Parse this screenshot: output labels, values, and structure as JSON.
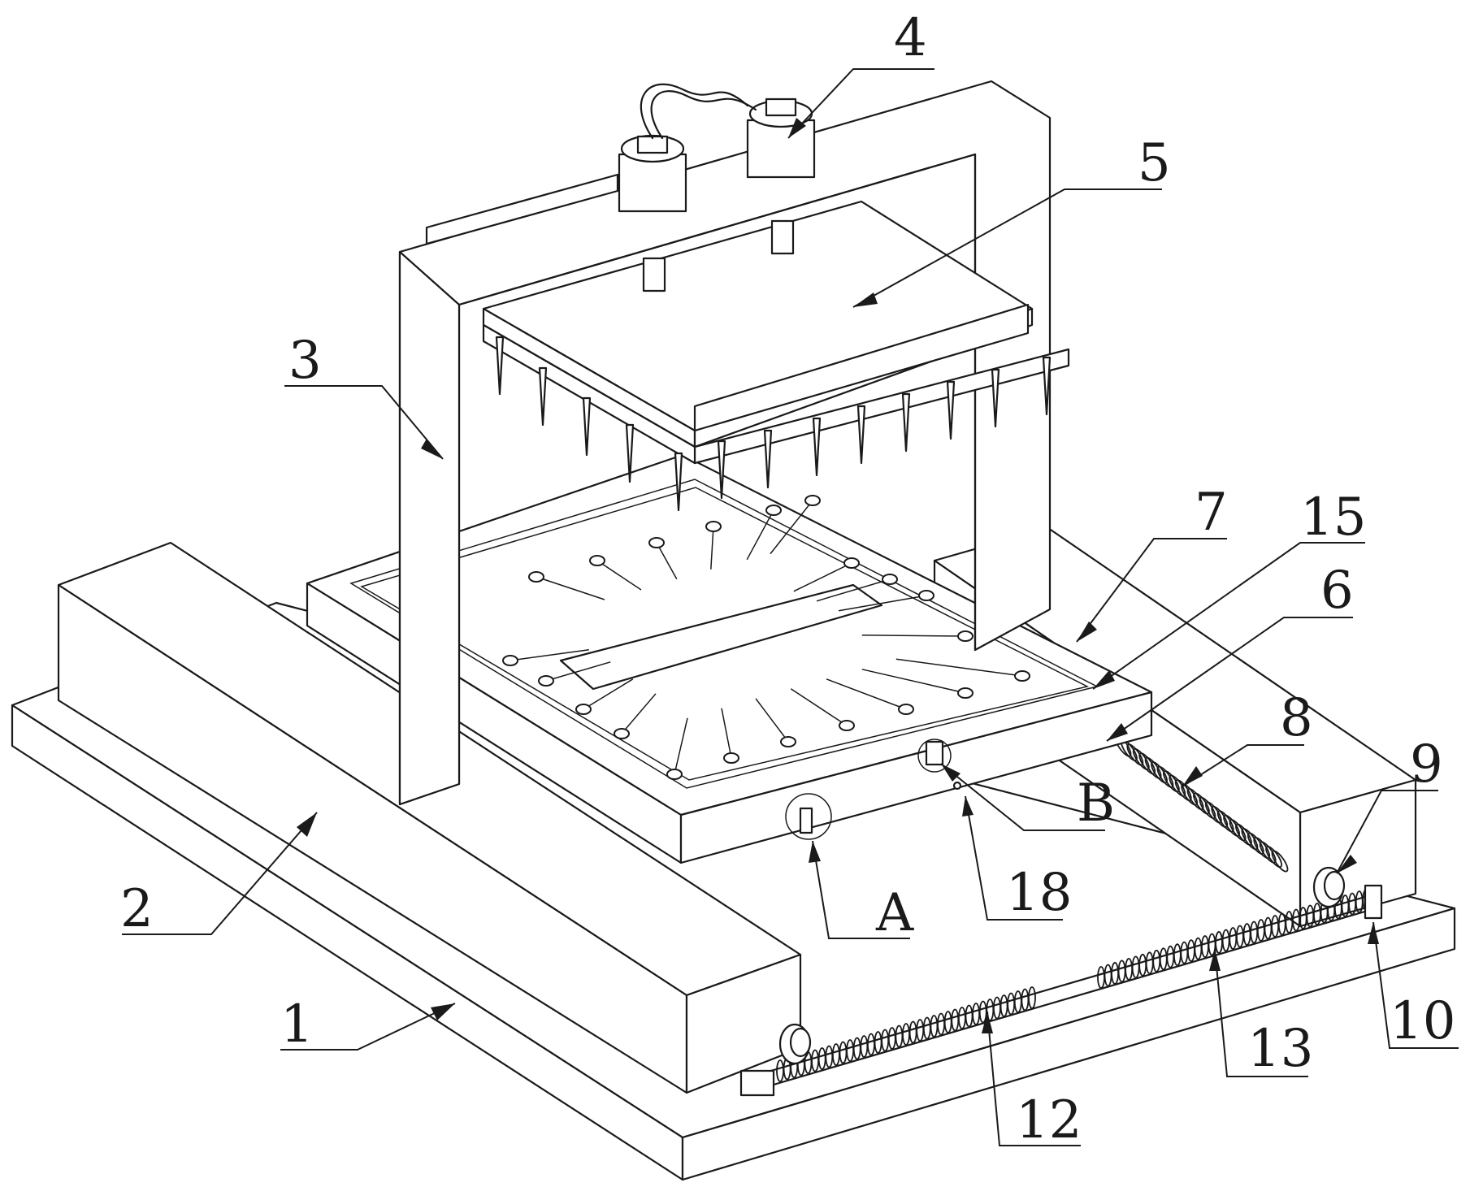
{
  "figure": {
    "labels": [
      {
        "id": "1",
        "text": "1"
      },
      {
        "id": "2",
        "text": "2"
      },
      {
        "id": "3",
        "text": "3"
      },
      {
        "id": "4",
        "text": "4"
      },
      {
        "id": "5",
        "text": "5"
      },
      {
        "id": "6",
        "text": "6"
      },
      {
        "id": "7",
        "text": "7"
      },
      {
        "id": "8",
        "text": "8"
      },
      {
        "id": "9",
        "text": "9"
      },
      {
        "id": "10",
        "text": "10"
      },
      {
        "id": "12",
        "text": "12"
      },
      {
        "id": "13",
        "text": "13"
      },
      {
        "id": "15",
        "text": "15"
      },
      {
        "id": "18",
        "text": "18"
      },
      {
        "id": "A",
        "text": "A"
      },
      {
        "id": "B",
        "text": "B"
      }
    ]
  }
}
